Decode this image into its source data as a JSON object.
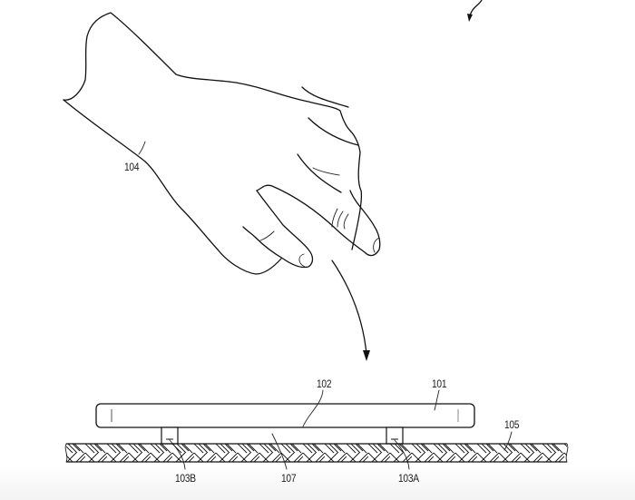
{
  "figure": {
    "type": "patent-drawing",
    "description": "Hand with extended finger approaching a flat device resting on a hatched surface"
  },
  "labels": {
    "hand": "104",
    "device_top": "101",
    "device_bottom_surface": "102",
    "foot_right": "103A",
    "foot_left": "103B",
    "support_surface": "105",
    "gap": "107"
  },
  "colors": {
    "ink": "#111111",
    "background": "#ffffff"
  }
}
